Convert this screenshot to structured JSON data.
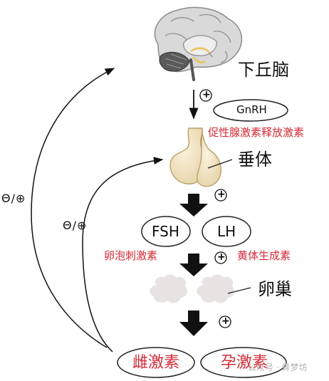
{
  "labels": {
    "hypothalamus": "下丘脑",
    "pituitary": "垂体",
    "ovary": "卵巢",
    "gnrh_abbr": "GnRH",
    "gnrh_full": "促性腺激素释放激素",
    "fsh": "FSH",
    "lh": "LH",
    "fsh_full": "卵泡刺激素",
    "lh_full": "黄体生成素",
    "estrogen": "雌激素",
    "progesterone": "孕激素",
    "plus_sign": "+",
    "feedback_outer": "Θ/⊕",
    "feedback_inner": "Θ/⊕",
    "watermark": "公众号 · 青梦坊"
  },
  "colors": {
    "red_text": "#d22a35",
    "arrow_black": "#111111",
    "gland_fill": "#efe2c2",
    "ovary_fill": "#e8e3e3"
  }
}
